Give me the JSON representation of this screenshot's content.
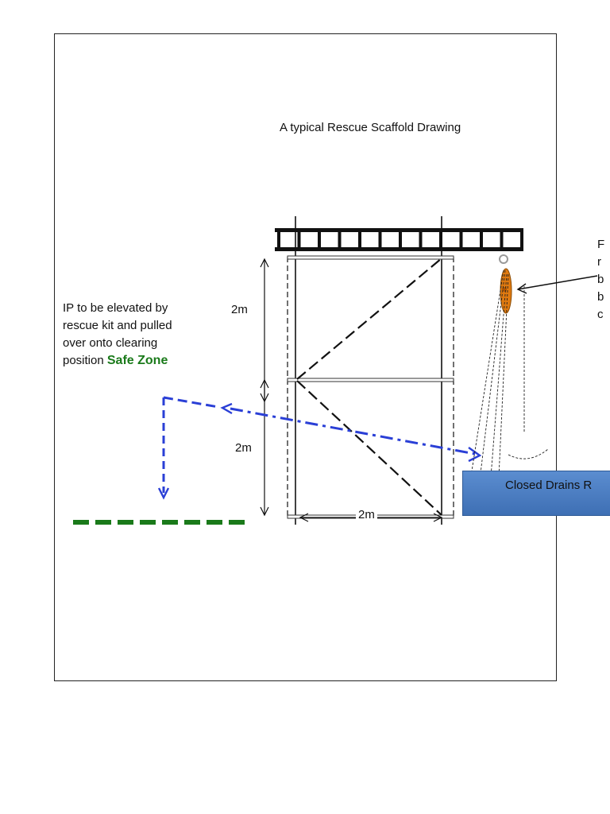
{
  "title": "A typical Rescue Scaffold Drawing",
  "dimensions": {
    "upper_height": "2m",
    "lower_height": "2m",
    "width": "2m"
  },
  "ip_note": {
    "lines": [
      "IP to be elevated by",
      "rescue kit and pulled",
      "over onto clearing"
    ],
    "last_line_prefix": "position",
    "safe_zone": "Safe Zone"
  },
  "right_note_fragments": [
    "F",
    "r",
    "b",
    "b",
    "c"
  ],
  "drain_label": "Closed Drains R",
  "colors": {
    "arrow_blue": "#2a3fd6",
    "safe_zone_green": "#1a7a1a",
    "rescue_device_orange": "#e07a10",
    "drain_blue": "#4a7cc2"
  }
}
